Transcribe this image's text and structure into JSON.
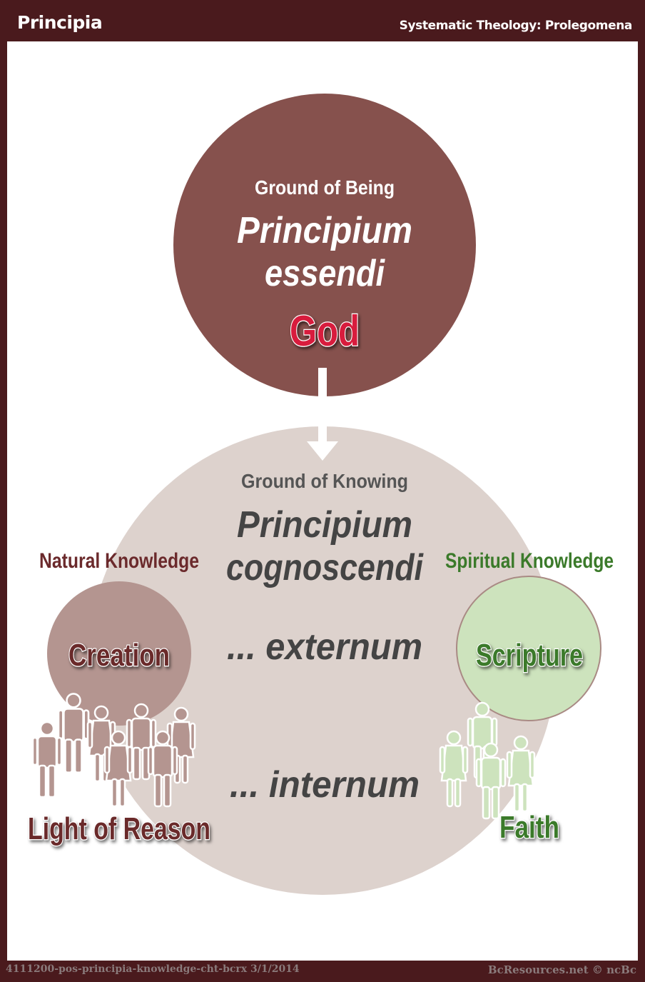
{
  "header": {
    "title": "Principia",
    "subtitle": "Systematic Theology: Prolegomena"
  },
  "essendi": {
    "label": "Ground of Being",
    "latin_1": "Principium",
    "latin_2": "essendi",
    "name": "God"
  },
  "cognoscendi": {
    "label": "Ground of Knowing",
    "latin_1": "Principium",
    "latin_2": "cognoscendi",
    "externum": "... externum",
    "internum": "... internum"
  },
  "natural": {
    "label": "Natural Knowledge",
    "source": "Creation",
    "means": "Light of Reason"
  },
  "spiritual": {
    "label": "Spiritual Knowledge",
    "source": "Scripture",
    "means": "Faith"
  },
  "footer": {
    "left": "4111200-pos-principia-knowledge-cht-bcrx 3/1/2014",
    "right": "BcResources.net © ncBc"
  },
  "colors": {
    "frame": "#4a1a1d",
    "essendi_circle": "#86514d",
    "cognoscendi_circle": "#ddd2cd",
    "creation_circle": "#b49590",
    "scripture_circle": "#cde3bd",
    "natural_text": "#6b2a2c",
    "spiritual_text": "#3b7a2a",
    "god_text": "#d81e3c",
    "dark_text": "#444444"
  },
  "icons": {
    "arrow": "arrow-down-icon",
    "people_left": "people-group-icon",
    "people_right": "people-group-icon"
  }
}
